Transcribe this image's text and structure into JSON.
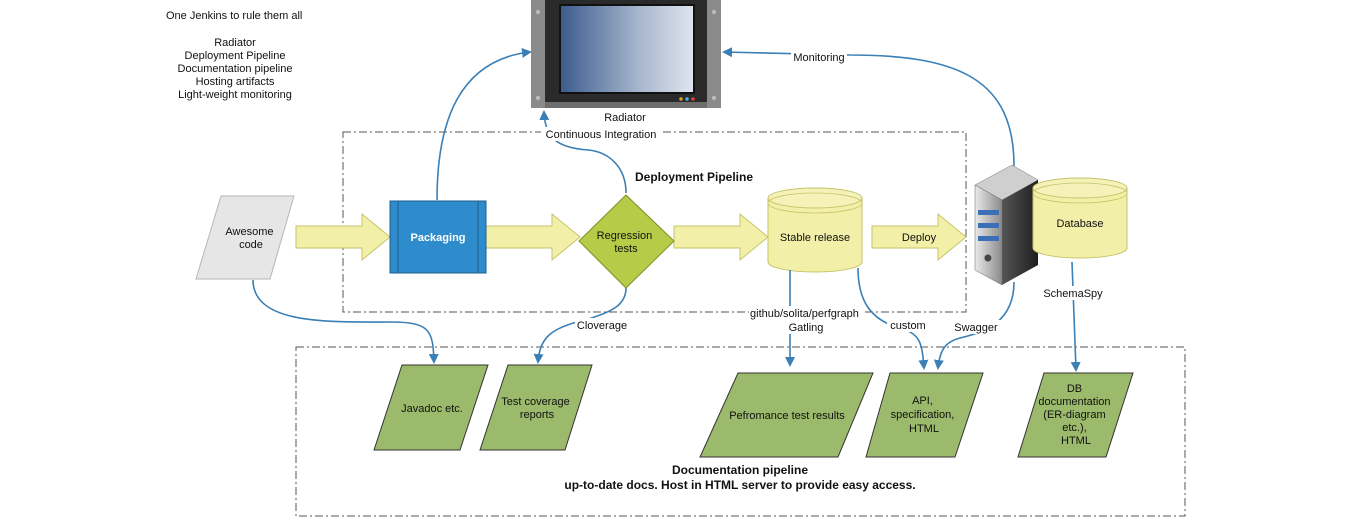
{
  "notes": {
    "title": "One Jenkins to rule them all",
    "items": [
      "Radiator",
      "Deployment Pipeline",
      "Documentation pipeline",
      "Hosting artifacts",
      "Light-weight monitoring"
    ]
  },
  "nodes": {
    "radiator": "Radiator",
    "awesome_code": [
      "Awesome",
      "code"
    ],
    "packaging": "Packaging",
    "regression": [
      "Regression",
      "tests"
    ],
    "stable_release": "Stable release",
    "deploy": "Deploy",
    "database": "Database",
    "javadoc": "Javadoc etc.",
    "test_coverage": [
      "Test coverage",
      "reports"
    ],
    "perf_results": "Pefromance test results",
    "api": [
      "API,",
      "specification,",
      "HTML"
    ],
    "db_docs": [
      "DB",
      "documentation",
      "(ER-diagram",
      "etc.),",
      "HTML"
    ]
  },
  "edges": {
    "continuous_integration": "Continuous Integration",
    "monitoring": "Monitoring",
    "cloverage": "Cloverage",
    "perfgraph": [
      "github/solita/perfgraph",
      "Gatling"
    ],
    "custom": "custom",
    "swagger": "Swagger",
    "schemaspy": "SchemaSpy"
  },
  "groups": {
    "deployment_pipeline": "Deployment Pipeline",
    "documentation_pipeline": [
      "Documentation pipeline",
      "up-to-date docs. Host in HTML server to provide easy access."
    ]
  },
  "colors": {
    "flow_arrow": "#3a7fb5",
    "yellow_fill": "#f2f0a8",
    "green_fill": "#9bba6b",
    "decision_fill": "#b6cc48",
    "packaging_fill": "#2f8ccc"
  }
}
